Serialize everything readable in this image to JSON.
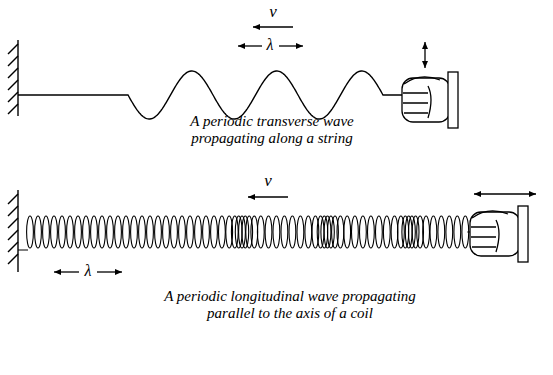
{
  "diagram": {
    "labels": [
      "v",
      "λ",
      "A periodic transverse wave propagating along a string",
      "v",
      "λ",
      "A periodic longitudinal wave propagating parallel to the axis of a coil"
    ]
  }
}
